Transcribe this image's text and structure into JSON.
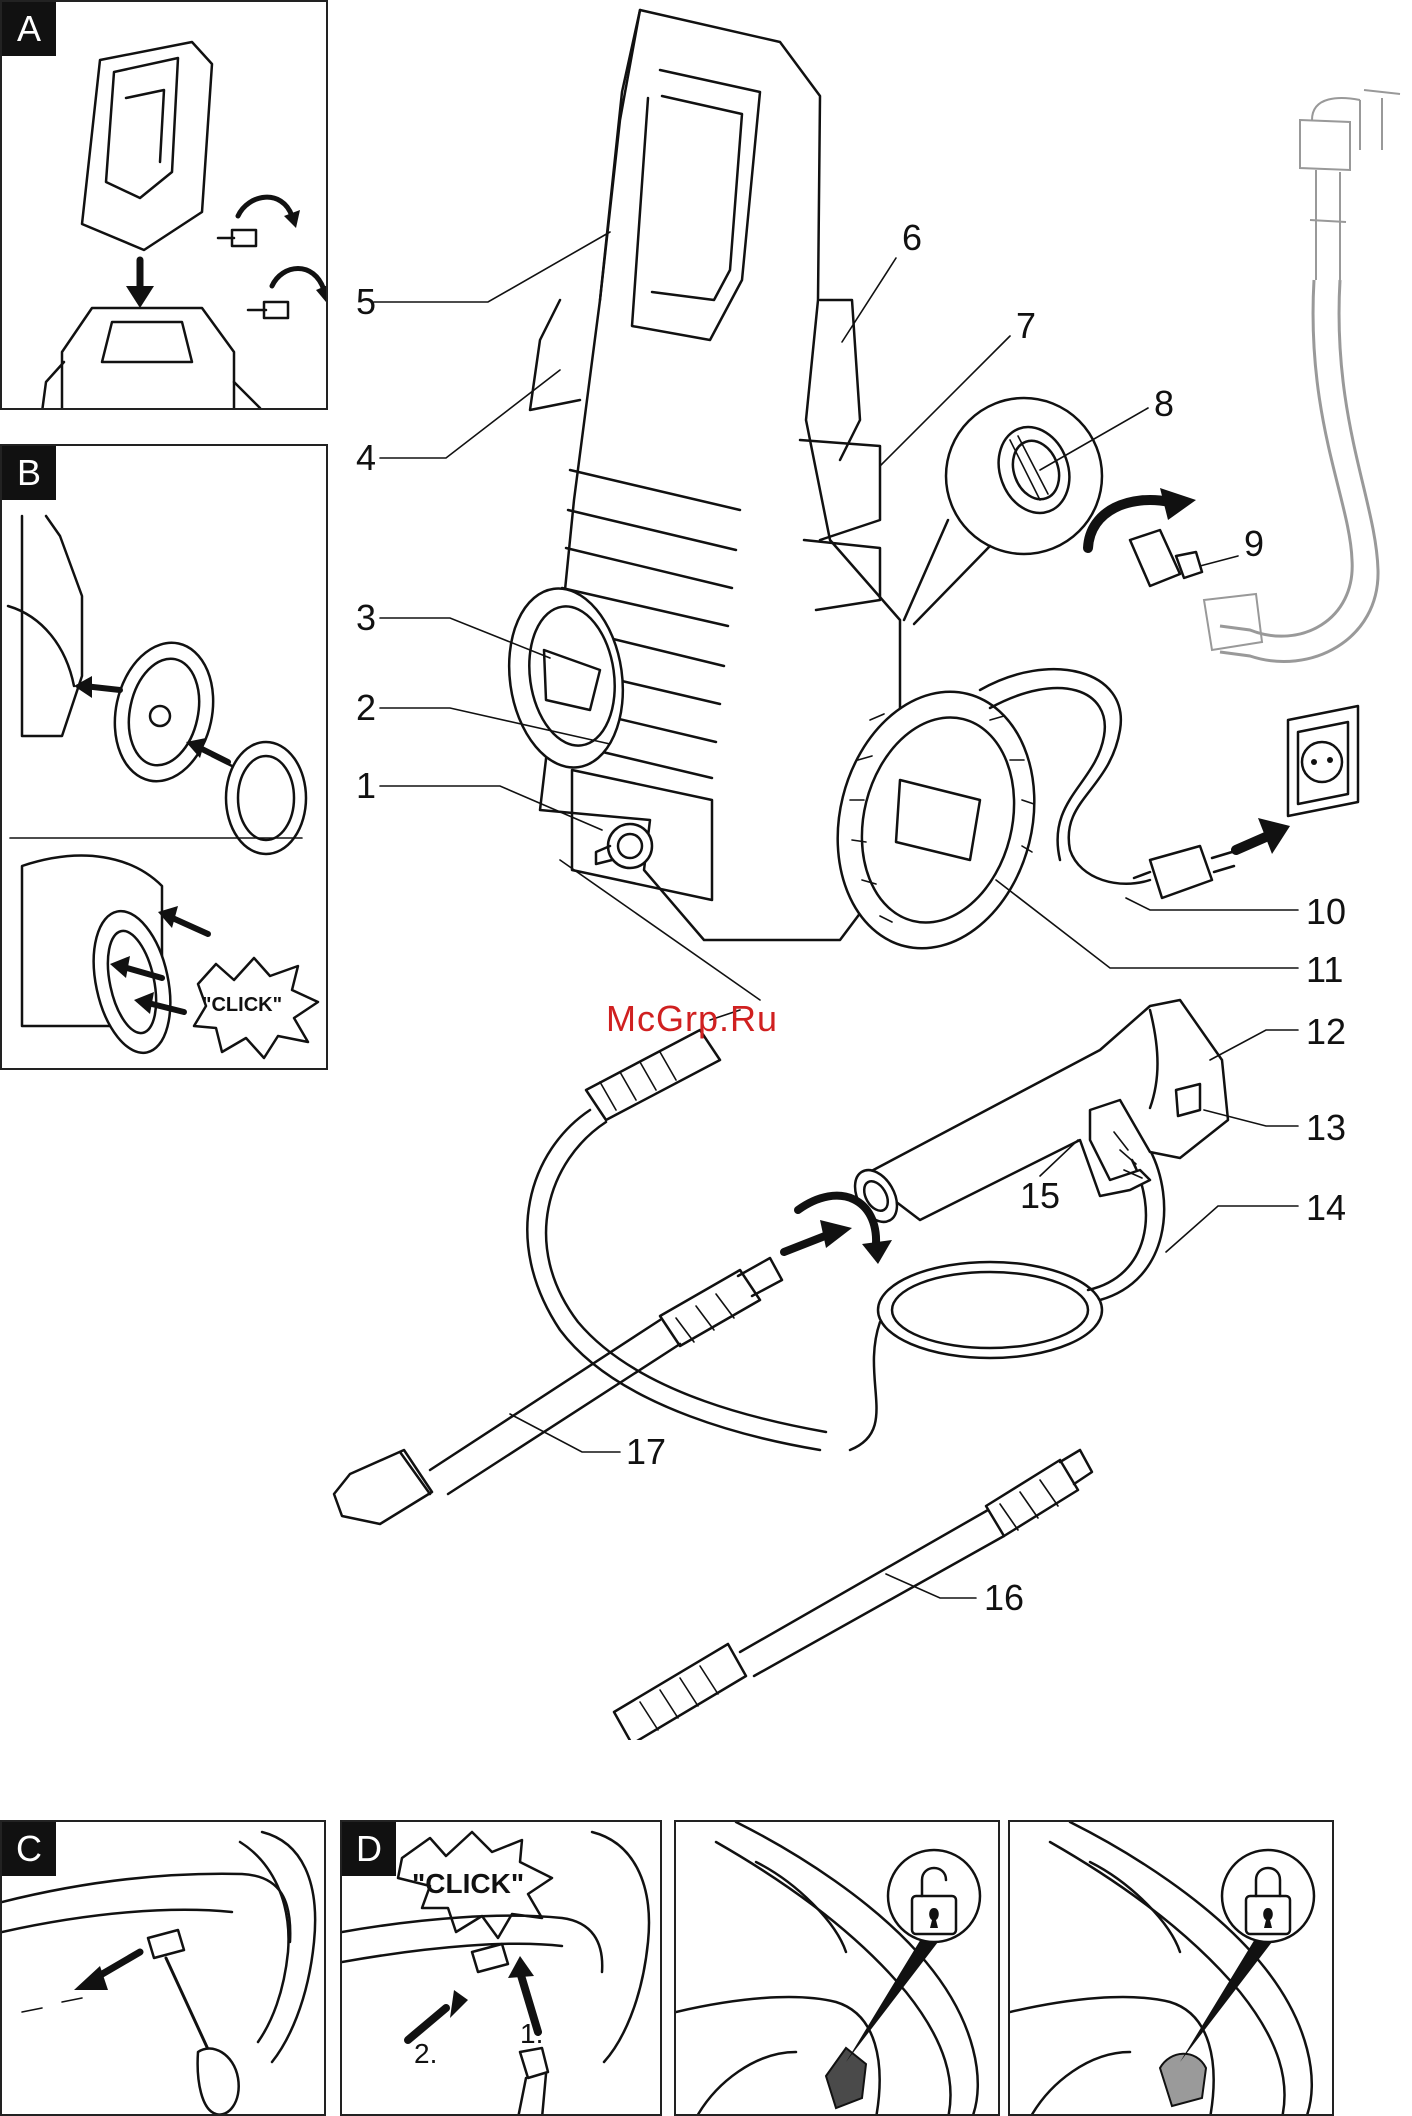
{
  "panels": {
    "a": {
      "label": "A"
    },
    "b": {
      "label": "B",
      "click_text": "\"CLICK\""
    },
    "c": {
      "label": "C"
    },
    "d": {
      "label": "D",
      "click_text": "\"CLICK\"",
      "step1": "1.",
      "step2": "2."
    }
  },
  "callouts": [
    "1",
    "2",
    "3",
    "4",
    "5",
    "6",
    "7",
    "8",
    "9",
    "10",
    "11",
    "12",
    "13",
    "14",
    "15",
    "16",
    "17"
  ],
  "watermark": "McGrp.Ru",
  "icons": {
    "unlocked": "unlock-icon",
    "locked": "lock-icon"
  },
  "colors": {
    "watermark": "#d02020",
    "trigger_unlocked": "#4a4a4a",
    "trigger_locked": "#9a9a9a"
  }
}
